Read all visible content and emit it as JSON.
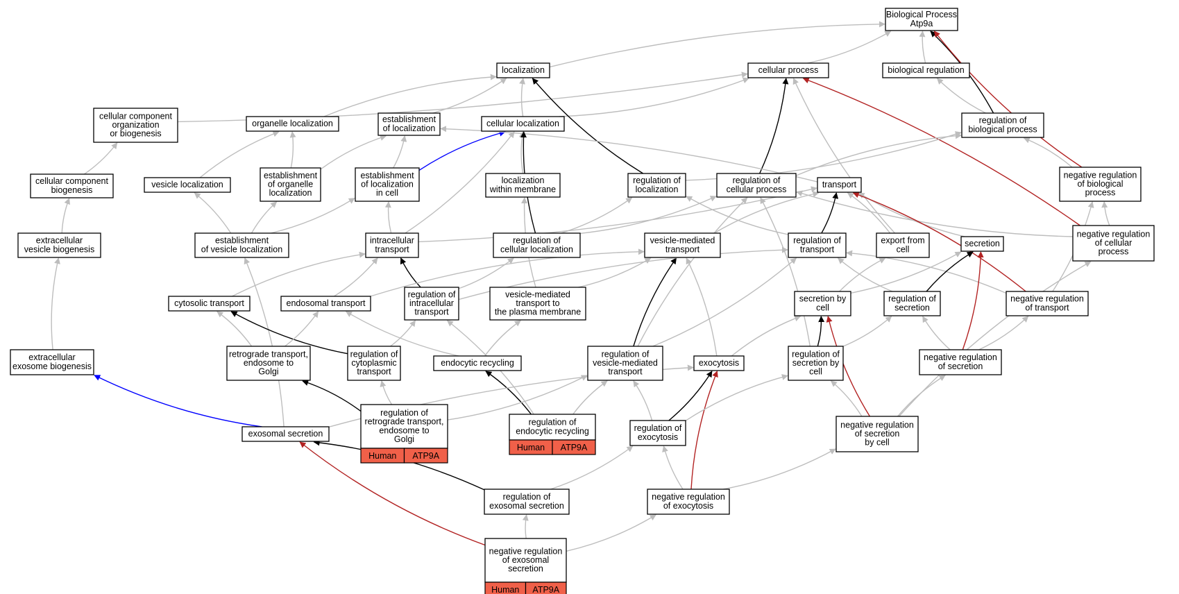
{
  "colors": {
    "is_a": "#bdbdbd",
    "part_of": "#000000",
    "regulates": "#000000",
    "negatively_regulates": "#b22222",
    "occurs_in": "#0000ff",
    "annotation_fill": "#f06049"
  },
  "nodes": [
    {
      "id": "bp",
      "lines": [
        "Biological Process",
        "Atp9a"
      ]
    },
    {
      "id": "localization",
      "lines": [
        "localization"
      ]
    },
    {
      "id": "cellular_process",
      "lines": [
        "cellular process"
      ]
    },
    {
      "id": "bio_reg",
      "lines": [
        "biological regulation"
      ]
    },
    {
      "id": "ccob",
      "lines": [
        "cellular component",
        "organization",
        "or biogenesis"
      ]
    },
    {
      "id": "organelle_loc",
      "lines": [
        "organelle localization"
      ]
    },
    {
      "id": "est_loc",
      "lines": [
        "establishment",
        "of localization"
      ]
    },
    {
      "id": "cell_loc",
      "lines": [
        "cellular localization"
      ]
    },
    {
      "id": "reg_bp",
      "lines": [
        "regulation of",
        "biological process"
      ]
    },
    {
      "id": "ccb",
      "lines": [
        "cellular component",
        "biogenesis"
      ]
    },
    {
      "id": "vesicle_loc",
      "lines": [
        "vesicle localization"
      ]
    },
    {
      "id": "est_org_loc",
      "lines": [
        "establishment",
        "of organelle",
        "localization"
      ]
    },
    {
      "id": "est_loc_cell",
      "lines": [
        "establishment",
        "of localization",
        "in cell"
      ]
    },
    {
      "id": "loc_within_mem",
      "lines": [
        "localization",
        "within membrane"
      ]
    },
    {
      "id": "reg_loc",
      "lines": [
        "regulation of",
        "localization"
      ]
    },
    {
      "id": "reg_cp",
      "lines": [
        "regulation of",
        "cellular process"
      ]
    },
    {
      "id": "transport",
      "lines": [
        "transport"
      ]
    },
    {
      "id": "neg_reg_bp",
      "lines": [
        "negative regulation",
        "of biological",
        "process"
      ]
    },
    {
      "id": "ev_biogenesis",
      "lines": [
        "extracellular",
        "vesicle biogenesis"
      ]
    },
    {
      "id": "est_ves_loc",
      "lines": [
        "establishment",
        "of vesicle localization"
      ]
    },
    {
      "id": "intracellular_transport",
      "lines": [
        "intracellular",
        "transport"
      ]
    },
    {
      "id": "reg_cell_loc",
      "lines": [
        "regulation of",
        "cellular localization"
      ]
    },
    {
      "id": "ves_med_transport",
      "lines": [
        "vesicle-mediated",
        "transport"
      ]
    },
    {
      "id": "reg_transport",
      "lines": [
        "regulation of",
        "transport"
      ]
    },
    {
      "id": "export_from_cell",
      "lines": [
        "export from",
        "cell"
      ]
    },
    {
      "id": "secretion",
      "lines": [
        "secretion"
      ]
    },
    {
      "id": "neg_reg_cp",
      "lines": [
        "negative regulation",
        "of cellular",
        "process"
      ]
    },
    {
      "id": "cytosolic_transport",
      "lines": [
        "cytosolic transport"
      ]
    },
    {
      "id": "endosomal_transport",
      "lines": [
        "endosomal transport"
      ]
    },
    {
      "id": "reg_intracellular_transport",
      "lines": [
        "regulation of",
        "intracellular",
        "transport"
      ]
    },
    {
      "id": "vmt_plasma_membrane",
      "lines": [
        "vesicle-mediated",
        "transport to",
        "the plasma membrane"
      ]
    },
    {
      "id": "secretion_by_cell",
      "lines": [
        "secretion by",
        "cell"
      ]
    },
    {
      "id": "reg_secretion",
      "lines": [
        "regulation of",
        "secretion"
      ]
    },
    {
      "id": "neg_reg_transport",
      "lines": [
        "negative regulation",
        "of transport"
      ]
    },
    {
      "id": "ee_biogenesis",
      "lines": [
        "extracellular",
        "exosome biogenesis"
      ]
    },
    {
      "id": "retro_endo_golgi",
      "lines": [
        "retrograde transport,",
        "endosome to",
        "Golgi"
      ]
    },
    {
      "id": "reg_cyto_transport",
      "lines": [
        "regulation of",
        "cytoplasmic",
        "transport"
      ]
    },
    {
      "id": "endocytic_recycling",
      "lines": [
        "endocytic recycling"
      ]
    },
    {
      "id": "reg_ves_med_transport",
      "lines": [
        "regulation of",
        "vesicle-mediated",
        "transport"
      ]
    },
    {
      "id": "exocytosis",
      "lines": [
        "exocytosis"
      ]
    },
    {
      "id": "reg_secretion_by_cell",
      "lines": [
        "regulation of",
        "secretion by",
        "cell"
      ]
    },
    {
      "id": "neg_reg_secretion",
      "lines": [
        "negative regulation",
        "of secretion"
      ]
    },
    {
      "id": "reg_retro_transport",
      "lines": [
        "regulation of",
        "retrograde transport,",
        "endosome to",
        "Golgi"
      ],
      "annotation": [
        "Human",
        "ATP9A"
      ]
    },
    {
      "id": "reg_endocytic_recycling",
      "lines": [
        "regulation of",
        "endocytic recycling"
      ],
      "annotation": [
        "Human",
        "ATP9A"
      ]
    },
    {
      "id": "exosomal_secretion",
      "lines": [
        "exosomal secretion"
      ]
    },
    {
      "id": "reg_exocytosis",
      "lines": [
        "regulation of",
        "exocytosis"
      ]
    },
    {
      "id": "neg_reg_secretion_by_cell",
      "lines": [
        "negative regulation",
        "of secretion",
        "by cell"
      ]
    },
    {
      "id": "reg_exosomal_secretion",
      "lines": [
        "regulation of",
        "exosomal secretion"
      ]
    },
    {
      "id": "neg_reg_exocytosis",
      "lines": [
        "negative regulation",
        "of exocytosis"
      ]
    },
    {
      "id": "neg_reg_exosomal_secretion",
      "lines": [
        "negative regulation",
        "of exosomal",
        "secretion"
      ],
      "annotation": [
        "Human",
        "ATP9A"
      ]
    }
  ],
  "edges": [
    {
      "from": "localization",
      "to": "bp",
      "type": "is_a"
    },
    {
      "from": "cellular_process",
      "to": "bp",
      "type": "is_a"
    },
    {
      "from": "bio_reg",
      "to": "bp",
      "type": "is_a"
    },
    {
      "from": "reg_bp",
      "to": "bp",
      "type": "regulates"
    },
    {
      "from": "neg_reg_bp",
      "to": "bp",
      "type": "negatively_regulates"
    },
    {
      "from": "ccob",
      "to": "cellular_process",
      "type": "is_a"
    },
    {
      "from": "organelle_loc",
      "to": "localization",
      "type": "is_a"
    },
    {
      "from": "est_loc",
      "to": "localization",
      "type": "is_a"
    },
    {
      "from": "cell_loc",
      "to": "localization",
      "type": "is_a"
    },
    {
      "from": "cell_loc",
      "to": "cellular_process",
      "type": "is_a"
    },
    {
      "from": "reg_loc",
      "to": "localization",
      "type": "regulates"
    },
    {
      "from": "reg_cp",
      "to": "cellular_process",
      "type": "regulates"
    },
    {
      "from": "export_from_cell",
      "to": "cellular_process",
      "type": "is_a"
    },
    {
      "from": "neg_reg_cp",
      "to": "cellular_process",
      "type": "negatively_regulates"
    },
    {
      "from": "reg_bp",
      "to": "bio_reg",
      "type": "is_a"
    },
    {
      "from": "ccb",
      "to": "ccob",
      "type": "is_a"
    },
    {
      "from": "vesicle_loc",
      "to": "organelle_loc",
      "type": "is_a"
    },
    {
      "from": "est_org_loc",
      "to": "organelle_loc",
      "type": "is_a"
    },
    {
      "from": "est_org_loc",
      "to": "est_loc",
      "type": "is_a"
    },
    {
      "from": "est_loc_cell",
      "to": "est_loc",
      "type": "is_a"
    },
    {
      "from": "est_loc_cell",
      "to": "cell_loc",
      "type": "occurs_in"
    },
    {
      "from": "transport",
      "to": "est_loc",
      "type": "is_a"
    },
    {
      "from": "loc_within_mem",
      "to": "cell_loc",
      "type": "is_a"
    },
    {
      "from": "intracellular_transport",
      "to": "cell_loc",
      "type": "is_a"
    },
    {
      "from": "reg_cell_loc",
      "to": "cell_loc",
      "type": "regulates"
    },
    {
      "from": "reg_loc",
      "to": "reg_bp",
      "type": "is_a"
    },
    {
      "from": "reg_cp",
      "to": "reg_bp",
      "type": "is_a"
    },
    {
      "from": "neg_reg_bp",
      "to": "reg_bp",
      "type": "is_a"
    },
    {
      "from": "ev_biogenesis",
      "to": "ccb",
      "type": "is_a"
    },
    {
      "from": "est_ves_loc",
      "to": "vesicle_loc",
      "type": "is_a"
    },
    {
      "from": "est_ves_loc",
      "to": "est_org_loc",
      "type": "is_a"
    },
    {
      "from": "est_ves_loc",
      "to": "est_loc_cell",
      "type": "is_a"
    },
    {
      "from": "intracellular_transport",
      "to": "est_loc_cell",
      "type": "is_a"
    },
    {
      "from": "intracellular_transport",
      "to": "transport",
      "type": "is_a"
    },
    {
      "from": "vmt_plasma_membrane",
      "to": "loc_within_mem",
      "type": "is_a"
    },
    {
      "from": "reg_cell_loc",
      "to": "reg_loc",
      "type": "is_a"
    },
    {
      "from": "reg_transport",
      "to": "reg_loc",
      "type": "is_a"
    },
    {
      "from": "reg_cell_loc",
      "to": "reg_cp",
      "type": "is_a"
    },
    {
      "from": "reg_ves_med_transport",
      "to": "reg_cp",
      "type": "is_a"
    },
    {
      "from": "reg_secretion_by_cell",
      "to": "reg_cp",
      "type": "is_a"
    },
    {
      "from": "neg_reg_cp",
      "to": "reg_cp",
      "type": "is_a"
    },
    {
      "from": "reg_transport",
      "to": "transport",
      "type": "regulates"
    },
    {
      "from": "ves_med_transport",
      "to": "transport",
      "type": "is_a"
    },
    {
      "from": "export_from_cell",
      "to": "transport",
      "type": "is_a"
    },
    {
      "from": "secretion",
      "to": "transport",
      "type": "is_a"
    },
    {
      "from": "neg_reg_transport",
      "to": "transport",
      "type": "negatively_regulates"
    },
    {
      "from": "neg_reg_cp",
      "to": "neg_reg_bp",
      "type": "is_a"
    },
    {
      "from": "neg_reg_transport",
      "to": "neg_reg_bp",
      "type": "is_a"
    },
    {
      "from": "ee_biogenesis",
      "to": "ev_biogenesis",
      "type": "is_a"
    },
    {
      "from": "exosomal_secretion",
      "to": "est_ves_loc",
      "type": "is_a"
    },
    {
      "from": "cytosolic_transport",
      "to": "intracellular_transport",
      "type": "is_a"
    },
    {
      "from": "endosomal_transport",
      "to": "intracellular_transport",
      "type": "is_a"
    },
    {
      "from": "reg_intracellular_transport",
      "to": "intracellular_transport",
      "type": "regulates"
    },
    {
      "from": "reg_intracellular_transport",
      "to": "reg_cell_loc",
      "type": "is_a"
    },
    {
      "from": "endosomal_transport",
      "to": "ves_med_transport",
      "type": "is_a"
    },
    {
      "from": "vmt_plasma_membrane",
      "to": "ves_med_transport",
      "type": "is_a"
    },
    {
      "from": "reg_ves_med_transport",
      "to": "ves_med_transport",
      "type": "regulates"
    },
    {
      "from": "exocytosis",
      "to": "ves_med_transport",
      "type": "is_a"
    },
    {
      "from": "reg_intracellular_transport",
      "to": "reg_transport",
      "type": "is_a"
    },
    {
      "from": "reg_ves_med_transport",
      "to": "reg_transport",
      "type": "is_a"
    },
    {
      "from": "reg_secretion",
      "to": "reg_transport",
      "type": "is_a"
    },
    {
      "from": "neg_reg_transport",
      "to": "reg_transport",
      "type": "is_a"
    },
    {
      "from": "secretion_by_cell",
      "to": "export_from_cell",
      "type": "is_a"
    },
    {
      "from": "secretion_by_cell",
      "to": "secretion",
      "type": "is_a"
    },
    {
      "from": "reg_secretion",
      "to": "secretion",
      "type": "regulates"
    },
    {
      "from": "neg_reg_secretion",
      "to": "secretion",
      "type": "negatively_regulates"
    },
    {
      "from": "neg_reg_secretion_by_cell",
      "to": "neg_reg_cp",
      "type": "is_a"
    },
    {
      "from": "retro_endo_golgi",
      "to": "cytosolic_transport",
      "type": "is_a"
    },
    {
      "from": "reg_cyto_transport",
      "to": "cytosolic_transport",
      "type": "regulates"
    },
    {
      "from": "retro_endo_golgi",
      "to": "endosomal_transport",
      "type": "is_a"
    },
    {
      "from": "endocytic_recycling",
      "to": "endosomal_transport",
      "type": "is_a"
    },
    {
      "from": "reg_cyto_transport",
      "to": "reg_intracellular_transport",
      "type": "is_a"
    },
    {
      "from": "endocytic_recycling",
      "to": "vmt_plasma_membrane",
      "type": "is_a"
    },
    {
      "from": "reg_endocytic_recycling",
      "to": "reg_intracellular_transport",
      "type": "is_a"
    },
    {
      "from": "exocytosis",
      "to": "secretion_by_cell",
      "type": "is_a"
    },
    {
      "from": "reg_secretion_by_cell",
      "to": "secretion_by_cell",
      "type": "regulates"
    },
    {
      "from": "neg_reg_secretion_by_cell",
      "to": "secretion_by_cell",
      "type": "negatively_regulates"
    },
    {
      "from": "reg_secretion_by_cell",
      "to": "reg_secretion",
      "type": "is_a"
    },
    {
      "from": "neg_reg_secretion",
      "to": "reg_secretion",
      "type": "is_a"
    },
    {
      "from": "neg_reg_secretion",
      "to": "neg_reg_transport",
      "type": "is_a"
    },
    {
      "from": "exosomal_secretion",
      "to": "ee_biogenesis",
      "type": "occurs_in"
    },
    {
      "from": "reg_retro_transport",
      "to": "retro_endo_golgi",
      "type": "regulates"
    },
    {
      "from": "reg_retro_transport",
      "to": "reg_cyto_transport",
      "type": "is_a"
    },
    {
      "from": "reg_endocytic_recycling",
      "to": "endocytic_recycling",
      "type": "regulates"
    },
    {
      "from": "exosomal_secretion",
      "to": "exocytosis",
      "type": "is_a"
    },
    {
      "from": "reg_exocytosis",
      "to": "exocytosis",
      "type": "regulates"
    },
    {
      "from": "neg_reg_exocytosis",
      "to": "exocytosis",
      "type": "negatively_regulates"
    },
    {
      "from": "reg_retro_transport",
      "to": "reg_ves_med_transport",
      "type": "is_a"
    },
    {
      "from": "reg_endocytic_recycling",
      "to": "reg_ves_med_transport",
      "type": "is_a"
    },
    {
      "from": "reg_exocytosis",
      "to": "reg_ves_med_transport",
      "type": "is_a"
    },
    {
      "from": "reg_exocytosis",
      "to": "reg_secretion_by_cell",
      "type": "is_a"
    },
    {
      "from": "neg_reg_secretion_by_cell",
      "to": "reg_secretion_by_cell",
      "type": "is_a"
    },
    {
      "from": "neg_reg_secretion_by_cell",
      "to": "neg_reg_secretion",
      "type": "is_a"
    },
    {
      "from": "reg_exosomal_secretion",
      "to": "exosomal_secretion",
      "type": "regulates"
    },
    {
      "from": "neg_reg_exosomal_secretion",
      "to": "exosomal_secretion",
      "type": "negatively_regulates"
    },
    {
      "from": "reg_exosomal_secretion",
      "to": "reg_exocytosis",
      "type": "is_a"
    },
    {
      "from": "neg_reg_exocytosis",
      "to": "reg_exocytosis",
      "type": "is_a"
    },
    {
      "from": "neg_reg_exocytosis",
      "to": "neg_reg_secretion_by_cell",
      "type": "is_a"
    },
    {
      "from": "neg_reg_exosomal_secretion",
      "to": "reg_exosomal_secretion",
      "type": "is_a"
    },
    {
      "from": "neg_reg_exosomal_secretion",
      "to": "neg_reg_exocytosis",
      "type": "is_a"
    }
  ]
}
